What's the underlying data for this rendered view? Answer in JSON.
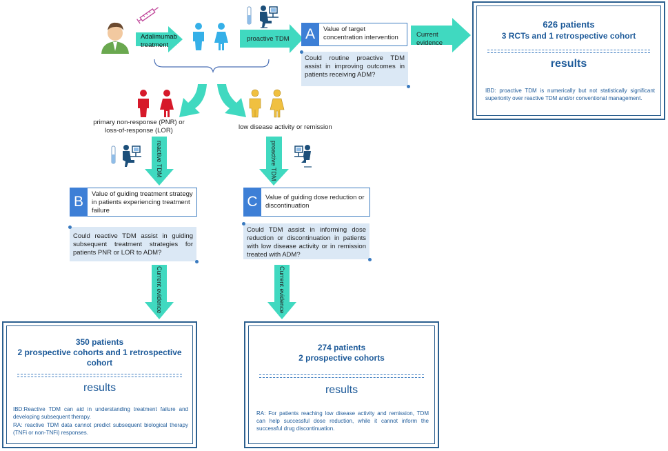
{
  "start": {
    "drug": "Adalimumab treatment",
    "proactive_label": "proactive TDM",
    "current_evidence": "Current evidence"
  },
  "box_a": {
    "letter": "A",
    "title": "Value of target concentration intervention",
    "question": "Could routine proactive TDM assist in improving outcomes in patients receiving ADM?"
  },
  "result_a": {
    "patients": "626 patients",
    "studies": "3 RCTs and 1 retrospective cohort",
    "results_label": "results",
    "text": "IBD: proactive TDM is numerically but not statistically significant superiority over reactive TDM and/or conventional management."
  },
  "branch_left": {
    "label": "primary non-response (PNR) or loss-of-response (LOR)",
    "arrow_label": "reactive TDM",
    "evidence_label": "Current evidence"
  },
  "branch_right": {
    "label": "low disease activity or remission",
    "arrow_label": "proactive TDM",
    "evidence_label": "Current evidence"
  },
  "box_b": {
    "letter": "B",
    "title": "Value of guiding treatment strategy in patients experiencing treatment failure",
    "question": "Could reactive TDM assist in guiding subsequent treatment strategies for patients PNR or LOR to ADM?"
  },
  "box_c": {
    "letter": "C",
    "title": "Value of guiding dose reduction or discontinuation",
    "question": "Could TDM assist in informing dose reduction or discontinuation in patients with low disease activity or in remission treated with ADM?"
  },
  "result_b": {
    "patients": "350 patients",
    "studies": "2 prospective cohorts and 1 retrospective cohort",
    "results_label": "results",
    "text_ibd": "IBD:Reactive TDM can aid in understanding treatment failure and developing subsequent therapy.",
    "text_ra": "RA: reactive TDM data cannot predict subsequent biological therapy (TNFi or non-TNFi) responses."
  },
  "result_c": {
    "patients": "274 patients",
    "studies": "2 prospective cohorts",
    "results_label": "results",
    "text": "RA: For patients reaching low disease activity and remission, TDM can help successful dose reduction, while it cannot inform the successful drug discontinuation."
  },
  "colors": {
    "arrow": "#40d9c0",
    "letter_box": "#3d7fd6",
    "question_bg": "#dbe8f5",
    "result_text": "#1d5a99",
    "male_blue": "#35b0e8",
    "patient_red": "#d6192a",
    "patient_yellow": "#f0c040"
  }
}
